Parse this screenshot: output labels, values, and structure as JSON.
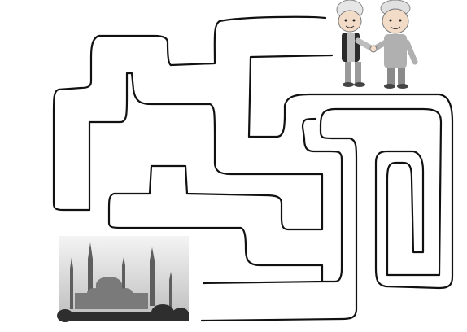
{
  "puzzle": {
    "type": "maze",
    "start": "two-children-shaking-hands",
    "goal": "mosque-photo"
  },
  "colors": {
    "wall": "#111111",
    "background": "#ffffff",
    "sky": "#d8d8d8",
    "boy_skin": "#f2dcc8",
    "boy_clothes": "#b0b0b0",
    "boy_vest": "#2a2a2a",
    "mosque": "#8a8a8a"
  }
}
